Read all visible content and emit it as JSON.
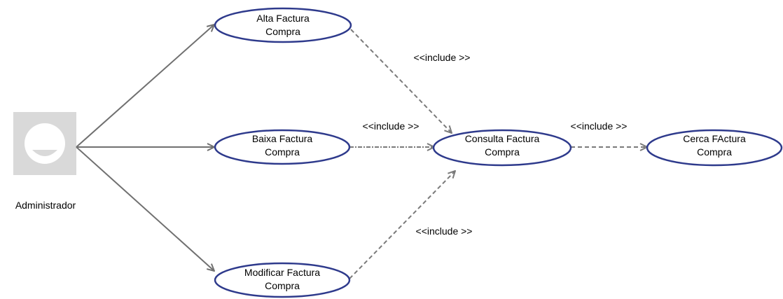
{
  "actor": {
    "name": "Administrador",
    "icon": "user-avatar-icon"
  },
  "use_cases": {
    "alta": [
      "Alta Factura",
      "Compra"
    ],
    "baixa": [
      "Baixa Factura",
      "Compra"
    ],
    "modificar": [
      "Modificar Factura",
      "Compra"
    ],
    "consulta": [
      "Consulta Factura",
      "Compra"
    ],
    "cerca": [
      "Cerca FActura",
      "Compra"
    ]
  },
  "relations": {
    "include_alta": "<<include >>",
    "include_baixa": "<<include >>",
    "include_modificar": "<<include >>",
    "include_cerca": "<<include >>"
  },
  "colors": {
    "ellipse_stroke": "#2e3a8c",
    "association_line": "#707070",
    "dependency_line": "#7a7a7a",
    "avatar_bg": "#d9d9d9",
    "avatar_figure": "#ffffff"
  }
}
